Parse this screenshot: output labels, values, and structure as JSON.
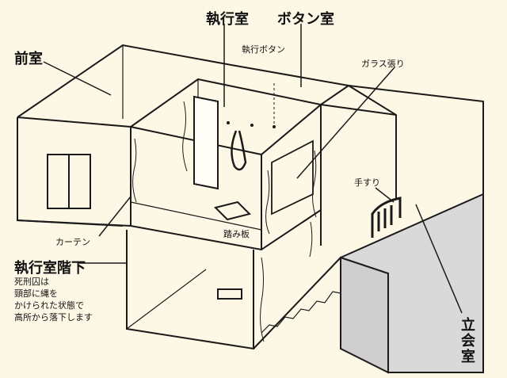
{
  "labels": {
    "antechamber": "前室",
    "execution_room": "執行室",
    "button_room": "ボタン室",
    "execution_button": "執行ボタン",
    "glass_panel": "ガラス張り",
    "handrail": "手すり",
    "curtain": "カーテン",
    "trapdoor": "踏み板",
    "below_execution_room": "執行室階下",
    "witness_room": "立会室"
  },
  "description": {
    "lines": [
      "死刑囚は",
      "頸部に縄を",
      "かけられた状態で",
      "高所から落下します"
    ]
  },
  "colors": {
    "background": "#fdf7e6",
    "line": "#1a1a1a",
    "floor_gray": "#d9d9d9",
    "room_fill": "#fffdf5"
  }
}
